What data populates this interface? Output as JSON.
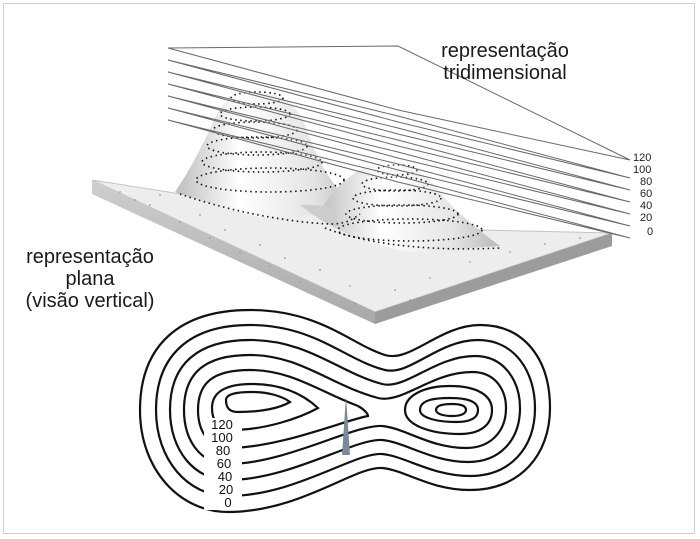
{
  "labels": {
    "three_d_line1": "representação",
    "three_d_line2": "tridimensional",
    "plan_line1": "representação",
    "plan_line2": "plana",
    "plan_line3": "(visão vertical)"
  },
  "elevations_3d": [
    "120",
    "100",
    "80",
    "60",
    "40",
    "20",
    "0"
  ],
  "elevations_plan": [
    "120",
    "100",
    "80",
    "60",
    "40",
    "20",
    "0"
  ],
  "colors": {
    "contour": "#111111",
    "plane": "#e9e9e9",
    "terrain": "#eaeaea"
  }
}
